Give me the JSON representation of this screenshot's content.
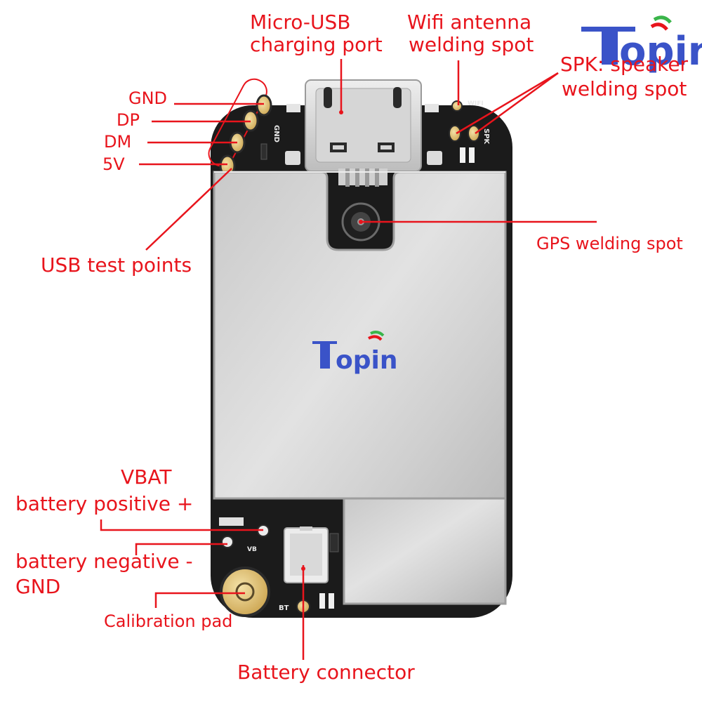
{
  "brand": {
    "name": "Topin",
    "color_blue": "#3a53c8",
    "color_green": "#3ab54a",
    "color_red": "#e8141c"
  },
  "labels": {
    "micro_usb_line1": "Micro-USB",
    "micro_usb_line2": "charging port",
    "wifi_line1": "Wifi antenna",
    "wifi_line2": "welding spot",
    "spk_line1": "SPK: speaker",
    "spk_line2": "welding spot",
    "gnd": "GND",
    "dp": "DP",
    "dm": "DM",
    "v5": "5V",
    "usb_test_points": "USB test points",
    "gps": "GPS welding spot",
    "vbat_line1": "VBAT",
    "vbat_line2": "battery positive +",
    "battery_negative_line1": "battery negative -",
    "battery_negative_line2": "GND",
    "calibration_pad": "Calibration pad",
    "battery_connector": "Battery connector"
  },
  "board_silkscreen": {
    "gnd_mark": "GND",
    "spk_mark": "SPK",
    "wifi_mark": "WIFI",
    "bat_mark": "BT",
    "vbat_mark": "VB"
  }
}
